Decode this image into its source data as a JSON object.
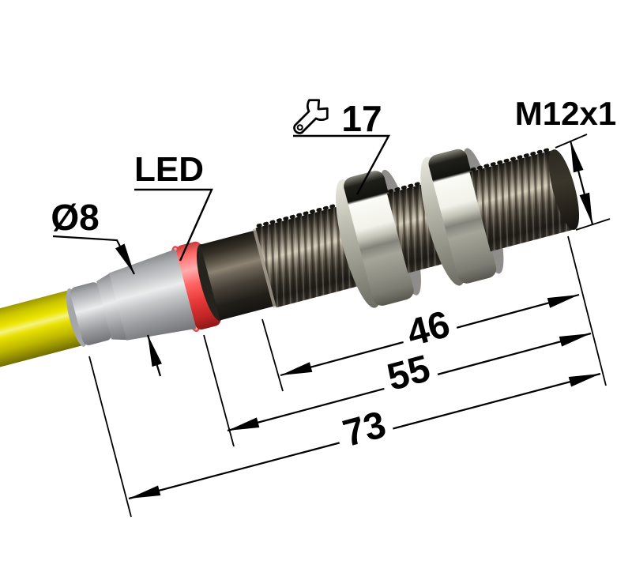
{
  "drawing": {
    "title": "Cylindrical M12 inductive proximity sensor — dimensional drawing",
    "background": "#ffffff",
    "labels": {
      "cable_diameter": "Ø8",
      "led": "LED",
      "wrench_size": "17",
      "thread_spec": "M12x1"
    },
    "dimensions": {
      "thread_length_mm": "46",
      "body_length_mm": "55",
      "total_length_mm": "73"
    },
    "icons": {
      "wrench": "wrench-icon"
    },
    "colors": {
      "line": "#000000",
      "cable_yellow": "#ece500",
      "gland_gray": "#cfd0d2",
      "led_ring_red": "#ff6a6a",
      "metal_dark": "#3f3a30",
      "nut_silver": "#f2f2ea"
    }
  }
}
